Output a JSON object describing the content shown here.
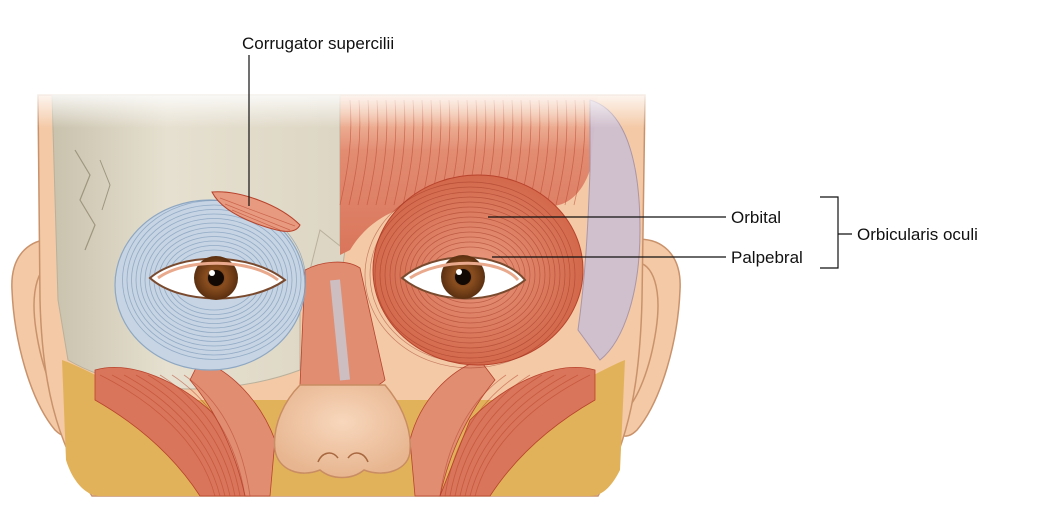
{
  "labels": {
    "corrugator": "Corrugator supercilii",
    "orbital": "Orbital",
    "palpebral": "Palpebral",
    "orbicularis": "Orbicularis oculi"
  },
  "colors": {
    "bone": "#e3dccb",
    "muscle": "#d9755a",
    "muscle_light": "#e99a80",
    "fascia_blue": "#c6d4e4",
    "fat": "#e2b25a",
    "skin": "#f4c9a6",
    "iris": "#8a4e1f"
  }
}
